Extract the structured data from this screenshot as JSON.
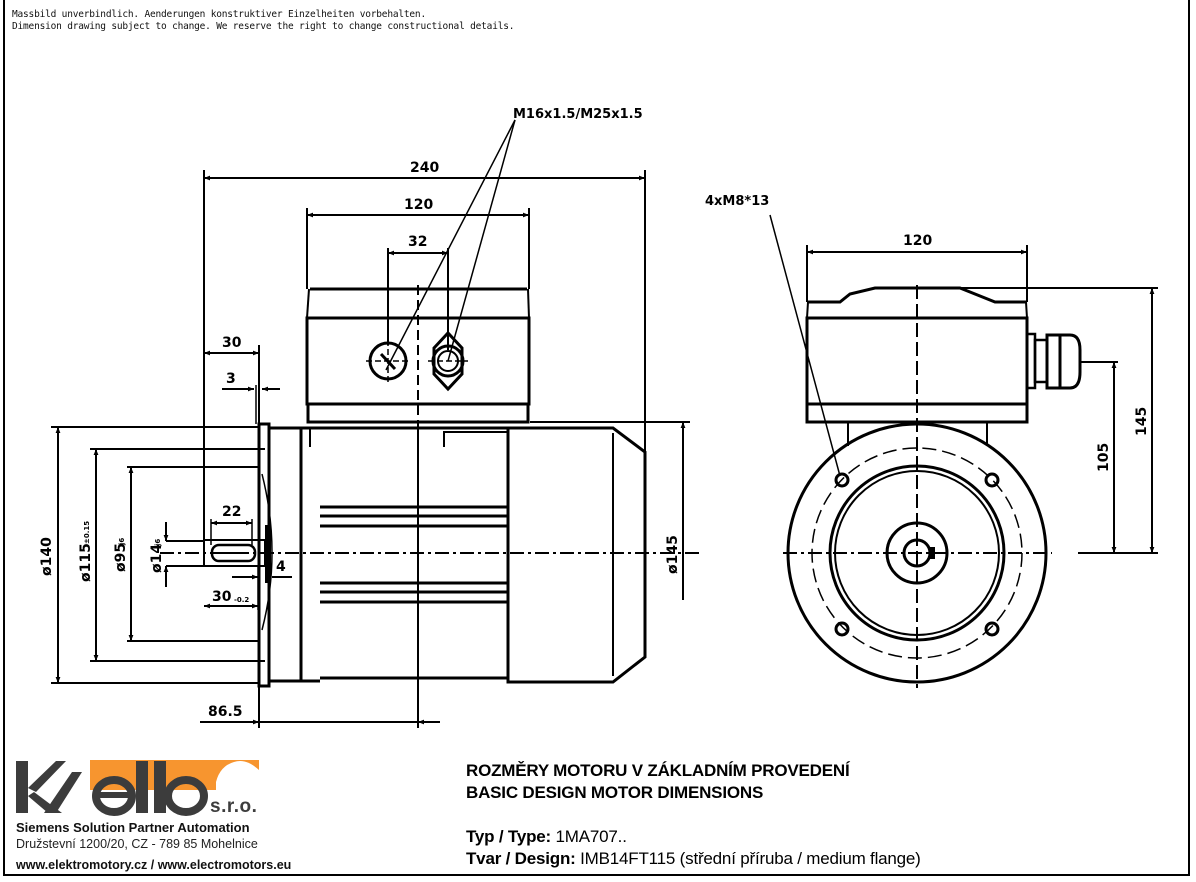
{
  "notes": {
    "line1": "Massbild unverbindlich. Aenderungen konstruktiver Einzelheiten vorbehalten.",
    "line2": "Dimension drawing subject to change. We reserve the right to change constructional details."
  },
  "side_view": {
    "callout_thread": "M16x1.5/M25x1.5",
    "dim_overall_length": "240",
    "dim_terminal_box_length": "120",
    "dim_gland_spacing": "32",
    "dim_shaft_to_flange": "30",
    "dim_flange_thickness": "3",
    "dim_key_length": "22",
    "dim_shaft_length": "30",
    "dim_shaft_length_tol": "-0.2",
    "dim_spigot": "4",
    "dim_to_box_center": "86.5",
    "dia_flange": "ø140",
    "dia_bolt_circle": "ø115",
    "dia_bolt_circle_tol": "±0.15",
    "dia_spigot": "ø95",
    "dia_spigot_tol": "j6",
    "dia_shaft": "ø14",
    "dia_shaft_tol": "j6",
    "dia_motor": "ø145"
  },
  "end_view": {
    "callout_holes": "4xM8*13",
    "dim_box_width": "120",
    "dim_gland_height": "105",
    "dim_box_height": "145"
  },
  "company": {
    "logo_text": "Kvelb",
    "suffix": "s.r.o.",
    "tagline": "Siemens Solution Partner Automation",
    "address": "Družstevní 1200/20, CZ - 789 85 Mohelnice",
    "web": "www.elektromotory.cz / www.electromotors.eu",
    "brand_colors": {
      "dark": "#3c3c3c",
      "orange": "#f7952f"
    }
  },
  "title_block": {
    "heading_cz": "ROZMĚRY MOTORU V ZÁKLADNÍM PROVEDENÍ",
    "heading_en": "BASIC DESIGN MOTOR DIMENSIONS",
    "type_label": "Typ / Type:",
    "type_value": "1MA707..",
    "design_label": "Tvar / Design:",
    "design_value": "IMB14FT115 (střední příruba / medium flange)"
  }
}
